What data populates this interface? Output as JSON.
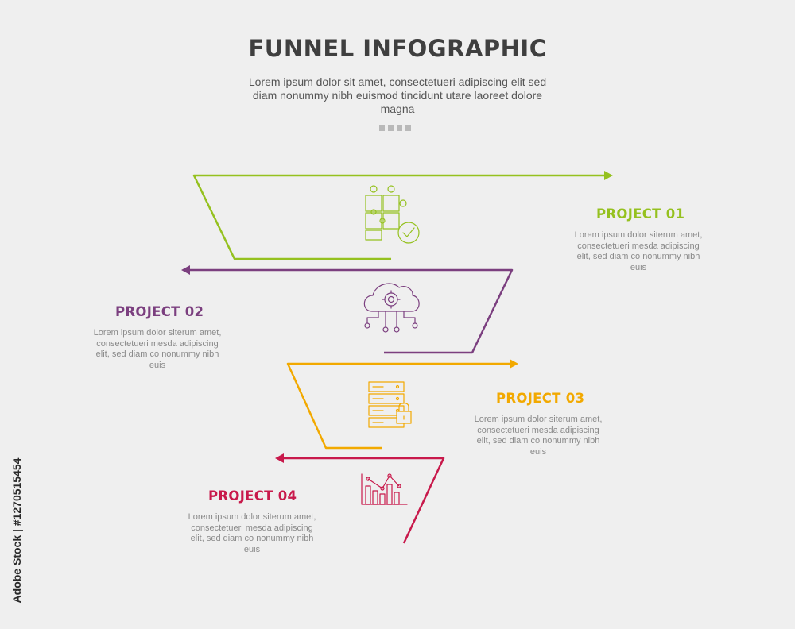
{
  "title": "FUNNEL INFOGRAPHIC",
  "subtitle": "Lorem ipsum dolor sit amet, consectetueri adipiscing elit sed diam nonummy nibh euismod tincidunt utare laoreet dolore magna",
  "side_text": "Adobe Stock | #1270515454",
  "projects": [
    {
      "title": "PROJECT 01",
      "desc": "Lorem ipsum dolor siterum amet, consectetueri mesda adipiscing elit, sed diam co nonummy nibh euis",
      "color": "#95c11f",
      "icon": "puzzle-check-icon"
    },
    {
      "title": "PROJECT 02",
      "desc": "Lorem ipsum dolor siterum amet, consectetueri mesda adipiscing elit, sed diam co nonummy nibh euis",
      "color": "#7b3f7f",
      "icon": "cloud-gear-network-icon"
    },
    {
      "title": "PROJECT 03",
      "desc": "Lorem ipsum dolor siterum amet, consectetueri mesda adipiscing elit, sed diam co nonummy nibh euis",
      "color": "#f2a900",
      "icon": "server-lock-icon"
    },
    {
      "title": "PROJECT 04",
      "desc": "Lorem ipsum dolor siterum amet, consectetueri mesda adipiscing elit, sed diam co nonummy nibh euis",
      "color": "#c8194b",
      "icon": "bar-chart-trend-icon"
    }
  ]
}
